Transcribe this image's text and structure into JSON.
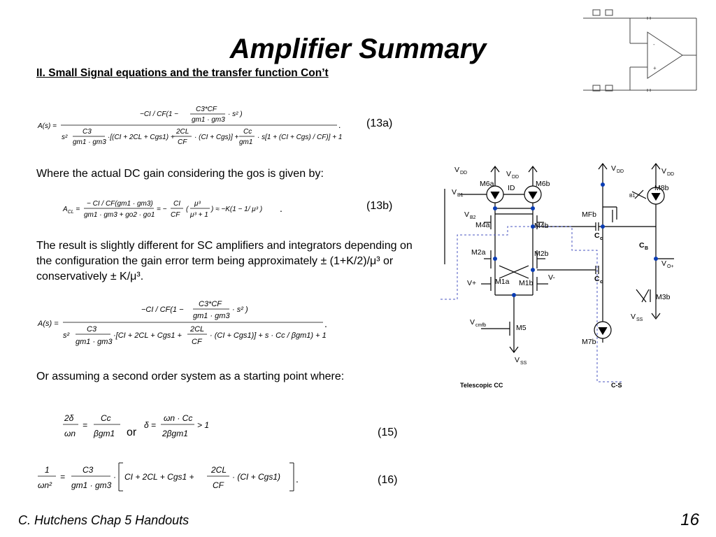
{
  "slide": {
    "title": "Amplifier Summary",
    "subtitle": "II. Small Signal equations and the transfer function Con’t",
    "para_gain": "Where the actual DC gain considering the gos is given by:",
    "para_error": "The result is slightly different for SC amplifiers and integrators depending on the configuration the gain error term being approximately ± (1+K/2)/μ³ or conservatively ± K/μ³.",
    "para_second_order": "Or assuming a second order system as a starting point where:",
    "or_word": "or",
    "footer_left": "C. Hutchens Chap 5 Handouts",
    "page_number": "16"
  },
  "equations": {
    "eq13a": {
      "label": "(13a)",
      "lhs": "A(s) =",
      "num": "−CI / CF(1 − (C3*CF / gm1·gm3)·s²)",
      "den": "s² (C3 / gm1·gm3)·[(CI + 2CL + Cgs1) + (2CL/CF)·(CI + Cgs)] + (Cc/gm1)·s[1 + (CI + Cgs)/CF)] + 1"
    },
    "eq13b": {
      "label": "(13b)",
      "text": "A_CL = −CI/CF(gm1·gm3) / (gm1·gm3 + go2·go1) = −(CI/CF)(μ³/(μ³+1)) ≈ −K(1 − 1/μ³)"
    },
    "eq14": {
      "lhs": "A(s) =",
      "num": "−CI / CF(1 − (C3*CF / gm1·gm3)·s²)",
      "den": "s² (C3 / gm1·gm3)·[CI + 2CL + Cgs1 + (2CL/CF)·(CI + Cgs1)] + s·Cc/βgm1) + 1"
    },
    "eq15": {
      "label": "(15)",
      "a": "2δ/ωn = Cc/βgm1",
      "b": "δ = ωn·Cc / 2βgm1 > 1"
    },
    "eq16": {
      "label": "(16)",
      "text": "1/ωn² = (C3 / gm1·gm3)·[CI + 2CL + Cgs1 + (2CL/CF)·(CI + Cgs1)]"
    }
  },
  "schematic": {
    "labels": {
      "vdd": "V",
      "dd_sub": "DD",
      "m6a": "M6a",
      "m6b": "M6b",
      "id": "ID",
      "vb1": "V",
      "b1_sub": "B1",
      "vb2": "V",
      "b2_sub": "B2",
      "m4a": "M4a",
      "m4b": "M4b",
      "m2a": "M2a",
      "m2b": "M2b",
      "vplus": "V+",
      "vminus": "V-",
      "m1a": "M1a",
      "m1b": "M1b",
      "vcmfb": "V",
      "cmfb_sub": "cmfb",
      "m5": "M5",
      "vss": "V",
      "ss_sub": "SS",
      "mfb": "MFb",
      "cc": "C",
      "c_sub": "c",
      "cb": "C",
      "b_sub": "B",
      "vo": "V",
      "o_sub": "O+",
      "m8b": "M8b",
      "m7b": "M7b",
      "m3b": "M3b",
      "telescopic": "Telescopic CC",
      "cs": "C-S"
    }
  }
}
